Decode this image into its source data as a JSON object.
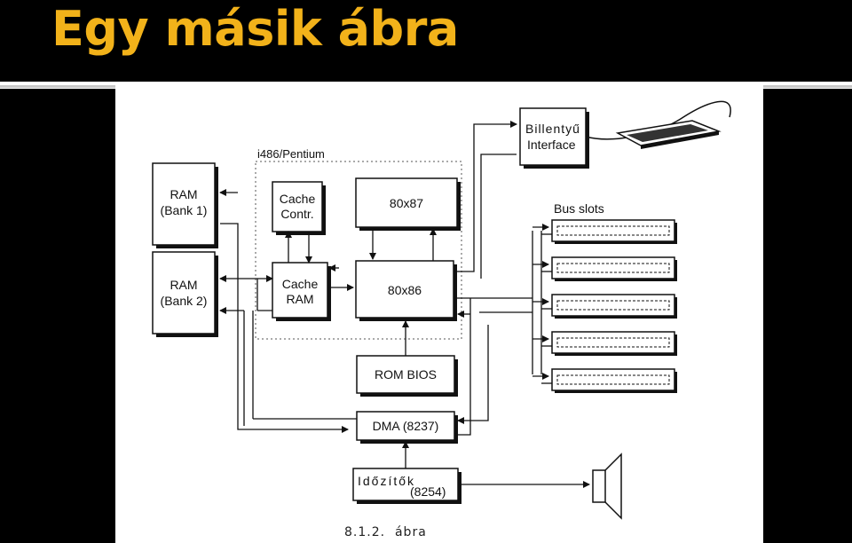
{
  "slide": {
    "title": "Egy másik ábra"
  },
  "figure": {
    "caption": "8.1.2.  ábra",
    "group_label": "i486/Pentium",
    "blocks": {
      "ram1": [
        "RAM",
        "(Bank 1)"
      ],
      "ram2": [
        "RAM",
        "(Bank 2)"
      ],
      "cache_contr": [
        "Cache",
        "Contr."
      ],
      "cache_ram": [
        "Cache",
        "RAM"
      ],
      "fpu": "80x87",
      "cpu": "80x86",
      "rom": "ROM BIOS",
      "dma": "DMA (8237)",
      "timer_line1": "Időzítők",
      "timer_line2": "(8254)",
      "keyboard": [
        "Billentyű",
        "Interface"
      ]
    },
    "bus_slots_label": "Bus slots",
    "bus_slot_count": 5
  }
}
